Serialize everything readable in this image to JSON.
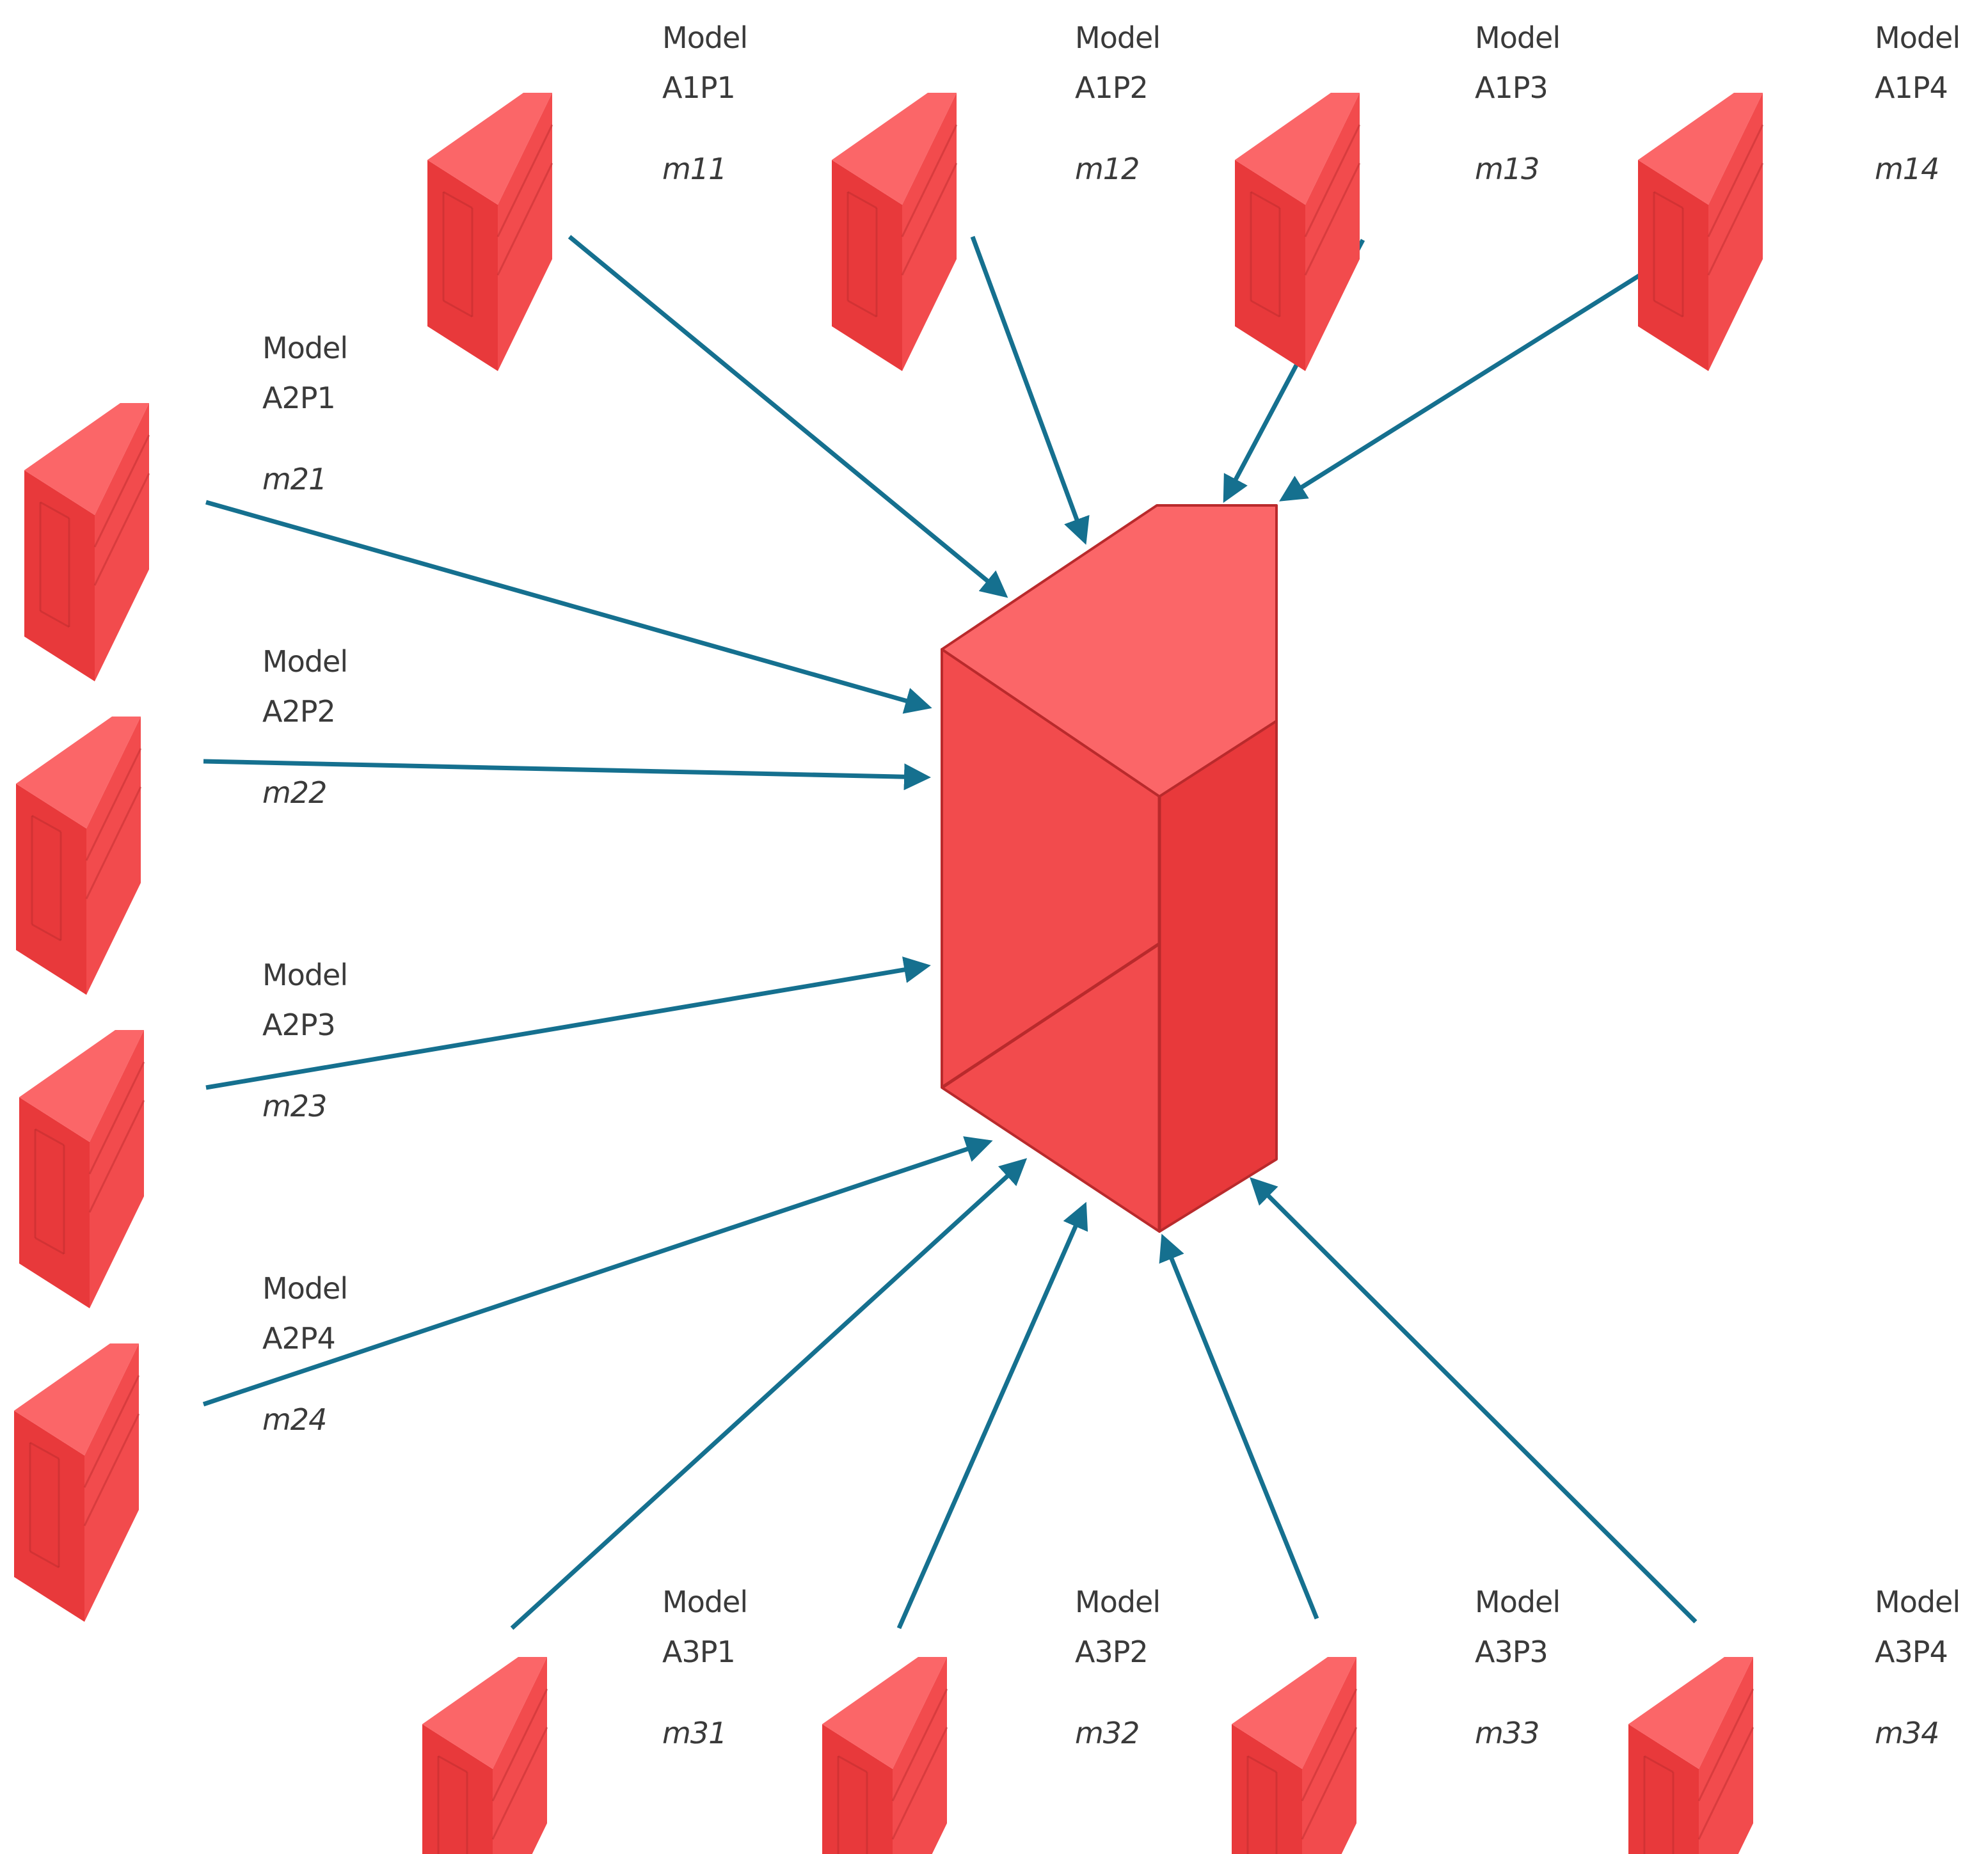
{
  "colors": {
    "box_front": "#f24b4d",
    "box_side": "#e8393b",
    "box_top": "#fb6668",
    "box_edge": "#b92a2c",
    "arrow": "#15708f",
    "label": "#3a3a3a",
    "background": "#ffffff"
  },
  "central_assembly": {
    "name": "assembled-structure"
  },
  "models": [
    {
      "id": "a1p1",
      "model_label": "Model",
      "code": "A1P1",
      "mass": "m11"
    },
    {
      "id": "a1p2",
      "model_label": "Model",
      "code": "A1P2",
      "mass": "m12"
    },
    {
      "id": "a1p3",
      "model_label": "Model",
      "code": "A1P3",
      "mass": "m13"
    },
    {
      "id": "a1p4",
      "model_label": "Model",
      "code": "A1P4",
      "mass": "m14"
    },
    {
      "id": "a2p1",
      "model_label": "Model",
      "code": "A2P1",
      "mass": "m21"
    },
    {
      "id": "a2p2",
      "model_label": "Model",
      "code": "A2P2",
      "mass": "m22"
    },
    {
      "id": "a2p3",
      "model_label": "Model",
      "code": "A2P3",
      "mass": "m23"
    },
    {
      "id": "a2p4",
      "model_label": "Model",
      "code": "A2P4",
      "mass": "m24"
    },
    {
      "id": "a3p1",
      "model_label": "Model",
      "code": "A3P1",
      "mass": "m31"
    },
    {
      "id": "a3p2",
      "model_label": "Model",
      "code": "A3P2",
      "mass": "m32"
    },
    {
      "id": "a3p3",
      "model_label": "Model",
      "code": "A3P3",
      "mass": "m33"
    },
    {
      "id": "a3p4",
      "model_label": "Model",
      "code": "A3P4",
      "mass": "m34"
    }
  ]
}
